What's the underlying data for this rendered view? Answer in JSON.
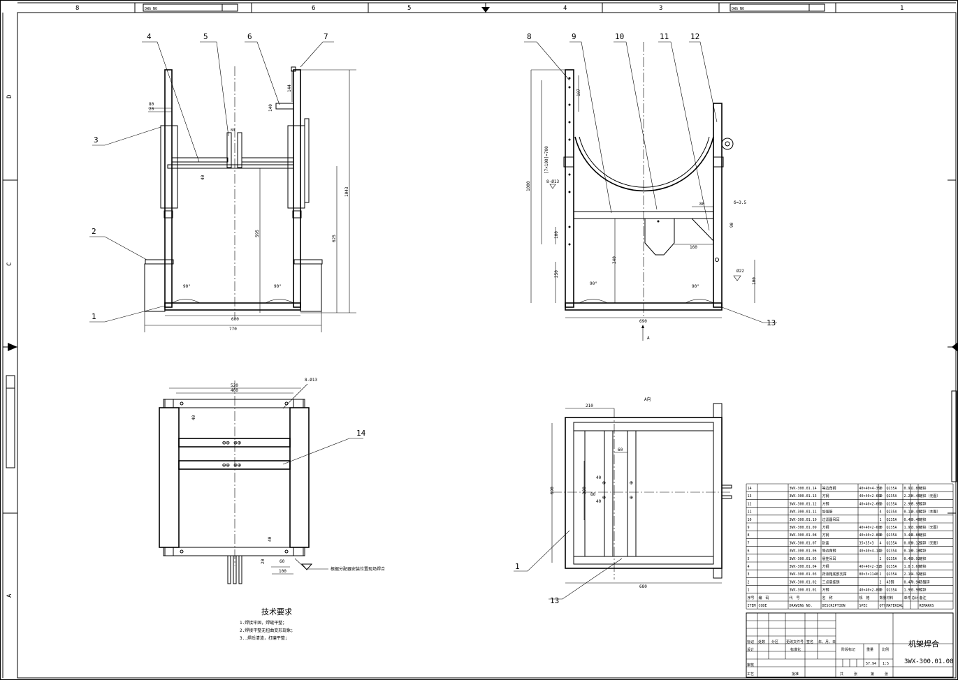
{
  "frame": {
    "top_zones": [
      "8",
      "6",
      "5",
      "4",
      "3",
      "1"
    ],
    "side_zones": [
      "D",
      "C",
      "A"
    ],
    "dwg_no_label": "DWG NO"
  },
  "balloons": [
    "1",
    "2",
    "3",
    "4",
    "5",
    "6",
    "7",
    "8",
    "9",
    "10",
    "11",
    "12",
    "13",
    "14"
  ],
  "dims": {
    "front": {
      "overall_w": "770",
      "inner_w": "600",
      "h1": "1043",
      "h2": "625",
      "h3": "595",
      "top": "144",
      "arm": "140",
      "w80": "80",
      "w20": "20",
      "h40": "40",
      "slot": "80",
      "a1": "90°",
      "a2": "90°"
    },
    "side": {
      "h1000": "1000",
      "pitch": "[7×100]=700",
      "d107": "107",
      "d100": "100",
      "d250": "250",
      "d340": "340",
      "w690": "690",
      "w80": "80",
      "w160": "160",
      "w90": "90",
      "d100b": "100",
      "a1": "90°",
      "a2": "90°",
      "hole1": "8-Ø13",
      "hole2": "Ø22",
      "weld": "δ=3.5",
      "view_arrow": "A"
    },
    "top": {
      "w520": "520",
      "w460": "460",
      "h40": "40",
      "hole": "8-Ø13",
      "d40": "40",
      "d20": "20",
      "d60": "60",
      "d100": "100",
      "weld_note": "根据分配器安装位置现场焊合"
    },
    "viewA": {
      "title": "A向",
      "w210": "210",
      "w60": "60",
      "h690": "690",
      "h380": "380",
      "d40": "40",
      "d80": "80",
      "w680": "680",
      "d40b": "40"
    }
  },
  "tech": {
    "title": "技术要求",
    "lines": [
      "1.焊接牢固，焊缝平整；",
      "2.焊接平整无扭曲变形现象；",
      "3..焊后清渣，打磨平整；"
    ]
  },
  "bom": {
    "rows": [
      [
        "14",
        "",
        "3WX-300.01.14",
        "等边角钢",
        "40×40×4-350",
        "2",
        "Q235A",
        "0.91",
        "1.80",
        "镀锌"
      ],
      [
        "13",
        "",
        "3WX-300.01.13",
        "方钢",
        "40×40×2-660",
        "2",
        "Q235A",
        "2.23",
        "4.46",
        "镀锌（无图）"
      ],
      [
        "12",
        "",
        "3WX-300.01.12",
        "方钢",
        "40×40×2-660",
        "2",
        "Q235A",
        "2.99",
        "5.95",
        "镀锌"
      ],
      [
        "11",
        "",
        "3WX-300.01.11",
        "加强筋",
        "",
        "4",
        "Q235A",
        "0.11",
        "0.44",
        "镀锌（本图）"
      ],
      [
        "10",
        "",
        "3WX-300.01.10",
        "过滤器吊耳",
        "",
        "1",
        "Q235A",
        "0.46",
        "0.46",
        "镀锌"
      ],
      [
        "9",
        "",
        "3WX-300.01.09",
        "方钢",
        "40×40×2-600",
        "2",
        "Q235A",
        "1.95",
        "3.90",
        "镀锌（无图）"
      ],
      [
        "8",
        "",
        "3WX-300.01.08",
        "方钢",
        "40×40×2-800",
        "2",
        "Q235A",
        "3.44",
        "6.88",
        "镀锌"
      ],
      [
        "7",
        "",
        "3WX-300.01.07",
        "封盖",
        "35×35×3",
        "4",
        "Q235A",
        "0.03",
        "0.12",
        "镀锌（无图）"
      ],
      [
        "6",
        "",
        "3WX-300.01.06",
        "等边角钢",
        "40×40×4-140",
        "1",
        "Q235A",
        "0.18",
        "0.18",
        "镀锌"
      ],
      [
        "5",
        "",
        "3WX-300.01.05",
        "悬挂吊耳",
        "",
        "2",
        "Q235A",
        "0.46",
        "0.92",
        "镀锌"
      ],
      [
        "4",
        "",
        "3WX-300.01.04",
        "方钢",
        "40×40×2-315",
        "2",
        "Q235A",
        "1.8",
        "3.60",
        "镀锌"
      ],
      [
        "3",
        "",
        "3WX-300.01.03",
        "药液箱底部支撑",
        "80×3×1140",
        "2",
        "Q235A",
        "2.16",
        "4.32",
        "镀锌"
      ],
      [
        "2",
        "",
        "3WX-300.01.02",
        "三点悬挂销",
        "",
        "2",
        "45钢",
        "0.47",
        "0.94",
        "热镀锌"
      ],
      [
        "1",
        "",
        "3WX-300.01.01",
        "方钢",
        "40×40×2-800",
        "2",
        "Q235A",
        "1.95",
        "3.90",
        "镀锌"
      ]
    ],
    "header_cn": [
      "序号",
      "编　码",
      "代　号",
      "名　称",
      "规　格",
      "数量",
      "材料",
      "单件",
      "总计",
      "备注"
    ],
    "header_en": [
      "ITEM",
      "CODE",
      "DRAWING NO.",
      "DESCRIPTION",
      "SPEC",
      "QTY.",
      "MATERIAL",
      "",
      "",
      "REMARKS"
    ]
  },
  "title_block": {
    "name": "机架焊合",
    "drawing_no": "3WX-300.01.00",
    "weight": "57.94",
    "scale": "1:5",
    "labels": {
      "mark": "标记",
      "count": "处数",
      "zone": "分区",
      "change": "更改文件号",
      "sign": "签名",
      "date": "年、月、日",
      "design": "设计",
      "std": "标准化",
      "stage": "阶段标记",
      "weight": "重量",
      "scale": "比例",
      "check": "审核",
      "process": "工艺",
      "approve": "批准",
      "total": "共",
      "sheets": "张",
      "no": "第",
      "sheet2": "张"
    }
  }
}
